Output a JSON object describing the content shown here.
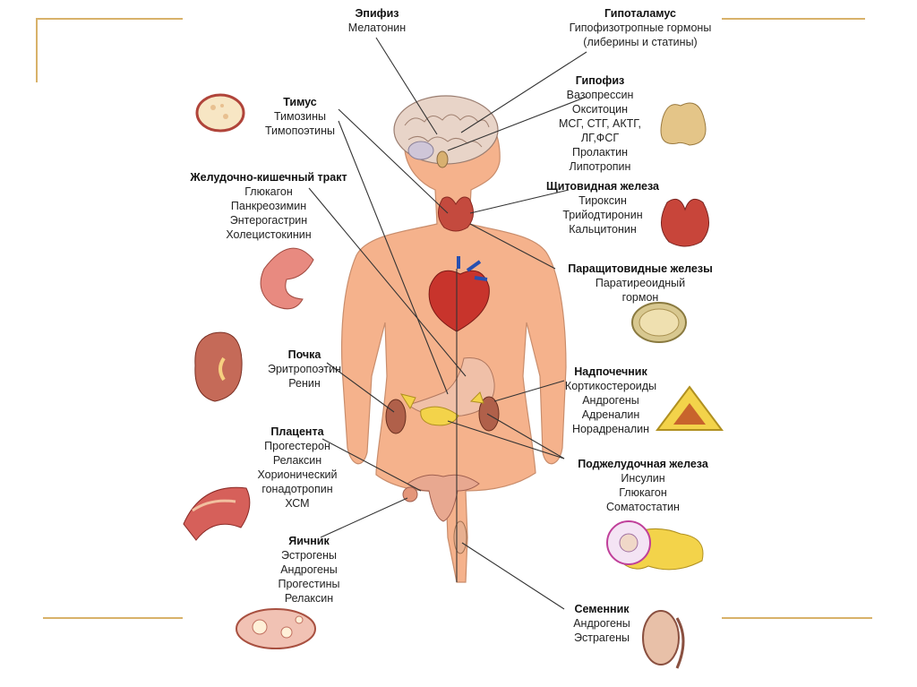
{
  "colors": {
    "frame": "#d8b26a",
    "skin": "#f5b28c",
    "leader": "#333333",
    "accent_red": "#c8342c",
    "accent_yellow": "#f3d34a"
  },
  "labels": {
    "epiphysis": {
      "title": "Эпифиз",
      "hormones": [
        "Мелатонин"
      ]
    },
    "hypothalamus": {
      "title": "Гипоталамус",
      "hormones": [
        "Гипофизотропные гормоны",
        "(либерины и статины)"
      ]
    },
    "thymus": {
      "title": "Тимус",
      "hormones": [
        "Тимозины",
        "Тимопоэтины"
      ]
    },
    "pituitary": {
      "title": "Гипофиз",
      "hormones": [
        "Вазопрессин",
        "Окситоцин",
        "МСГ, СТГ, АКТГ,",
        "ЛГ,ФСГ",
        "Пролактин",
        "Липотропин"
      ]
    },
    "gi_tract": {
      "title": "Желудочно-кишечный тракт",
      "hormones": [
        "Глюкагон",
        "Панкреозимин",
        "Энтерогастрин",
        "Холецистокинин"
      ]
    },
    "thyroid": {
      "title": "Щитовидная железа",
      "hormones": [
        "Тироксин",
        "Трийодтиронин",
        "Кальцитонин"
      ]
    },
    "parathyroid": {
      "title": "Паращитовидные железы",
      "hormones": [
        "Паратиреоидный",
        "гормон"
      ]
    },
    "kidney": {
      "title": "Почка",
      "hormones": [
        "Эритропоэтин",
        "Ренин"
      ]
    },
    "adrenal": {
      "title": "Надпочечник",
      "hormones": [
        "Кортикостероиды",
        "Андрогены",
        "Адреналин",
        "Норадреналин"
      ]
    },
    "placenta": {
      "title": "Плацента",
      "hormones": [
        "Прогестерон",
        "Релаксин",
        "Хорионический",
        "гонадотропин",
        "ХСМ"
      ]
    },
    "pancreas": {
      "title": "Поджелудочная железа",
      "hormones": [
        "Инсулин",
        "Глюкагон",
        "Соматостатин"
      ]
    },
    "ovary": {
      "title": "Яичник",
      "hormones": [
        "Эстрогены",
        "Андрогены",
        "Прогестины",
        "Релаксин"
      ]
    },
    "testis": {
      "title": "Семенник",
      "hormones": [
        "Андрогены",
        "Эстрагены"
      ]
    }
  }
}
